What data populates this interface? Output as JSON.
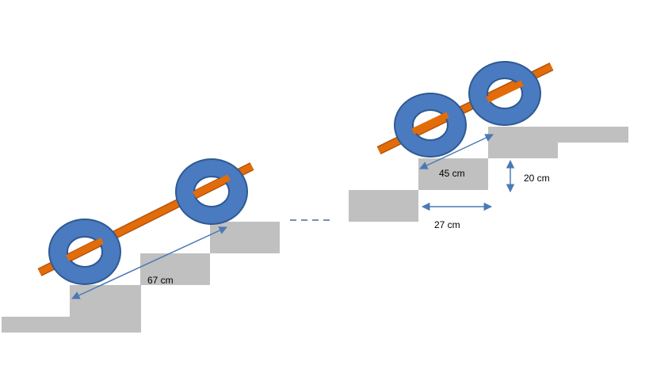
{
  "labels": {
    "left_diagonal": "67 cm",
    "right_diagonal": "45 cm",
    "step_height": "20 cm",
    "step_depth": "27 cm"
  },
  "colors": {
    "step_fill": "#c0c0c0",
    "ring_fill": "#4a7ac0",
    "ring_stroke": "#2e5a92",
    "axle": "#e36c0a",
    "axle_stroke": "#b4530a",
    "arrow": "#4a7ab5",
    "dash": "#4a6a9a"
  }
}
